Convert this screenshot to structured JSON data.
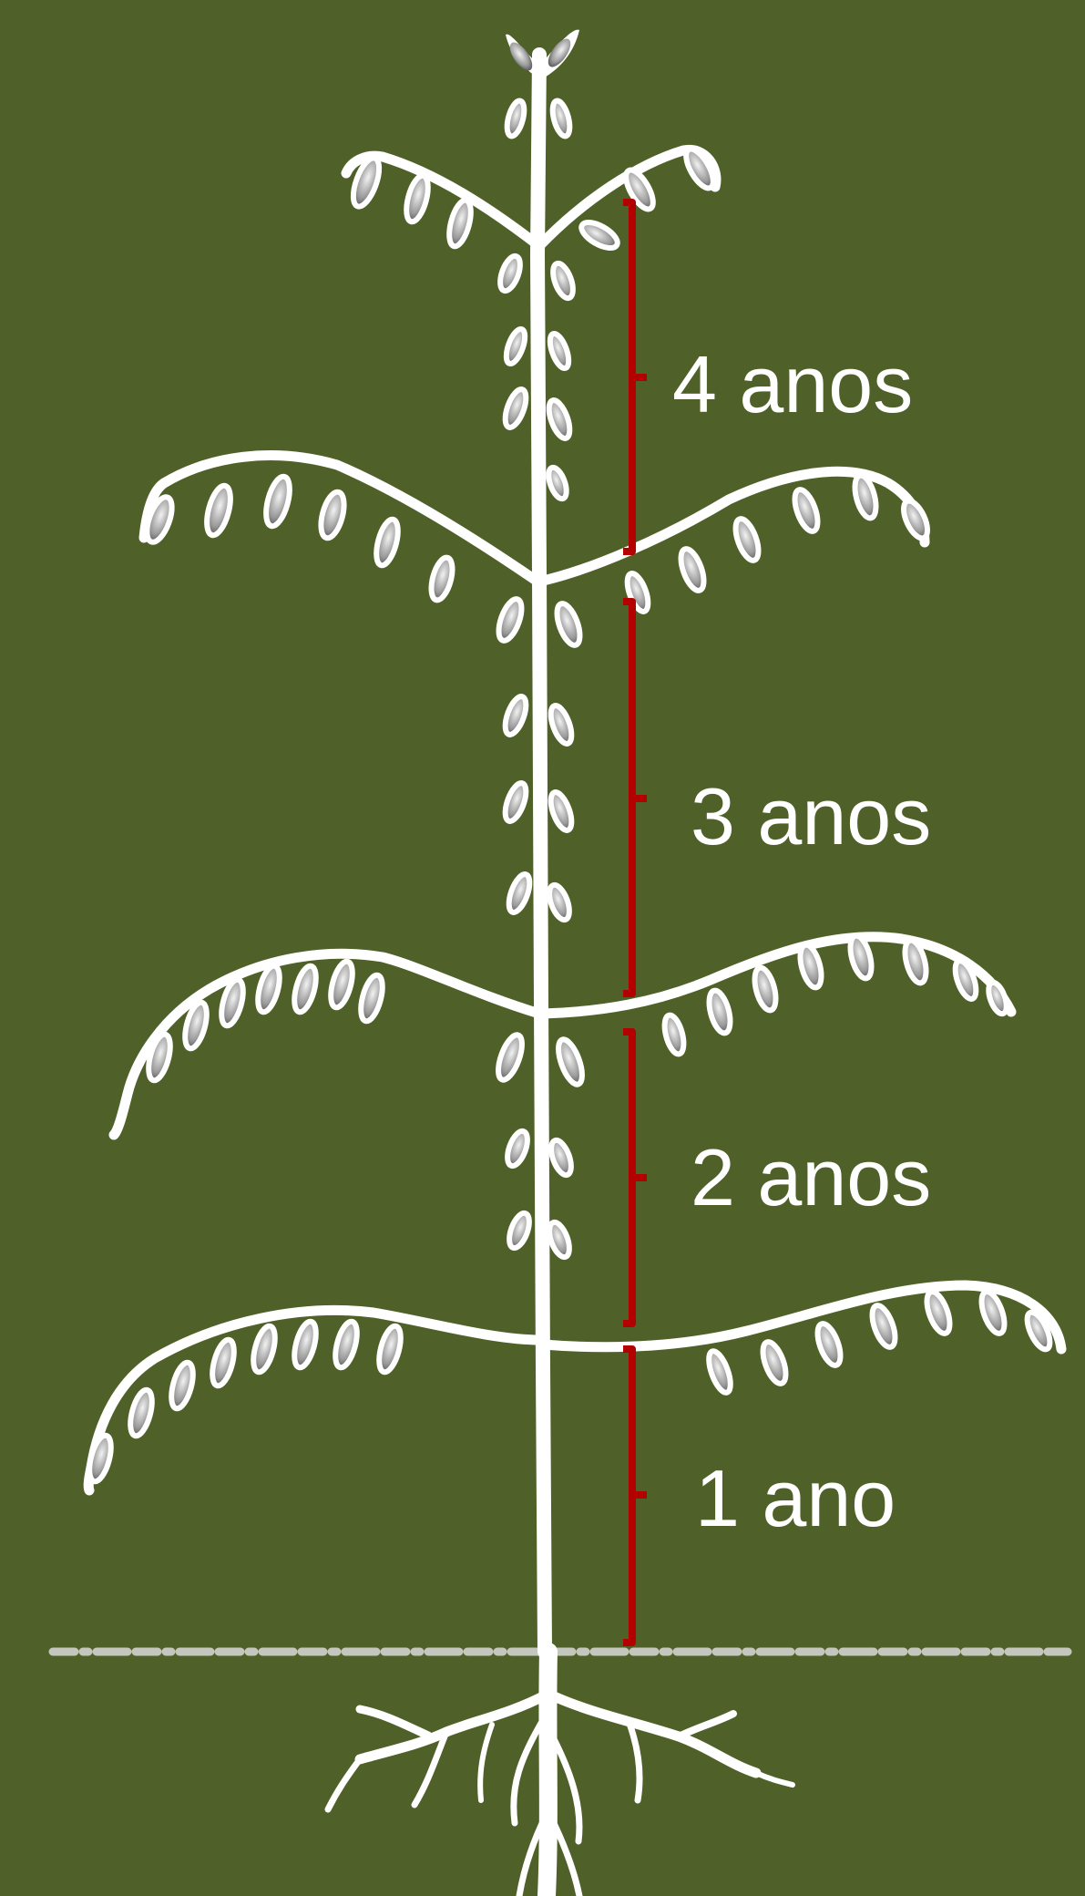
{
  "background_color": "#4f6129",
  "plant_color": "#ffffff",
  "bracket_color": "#b30000",
  "intervals": [
    {
      "label": "4 anos"
    },
    {
      "label": "3 anos"
    },
    {
      "label": "2 anos"
    },
    {
      "label": "1 ano"
    }
  ]
}
